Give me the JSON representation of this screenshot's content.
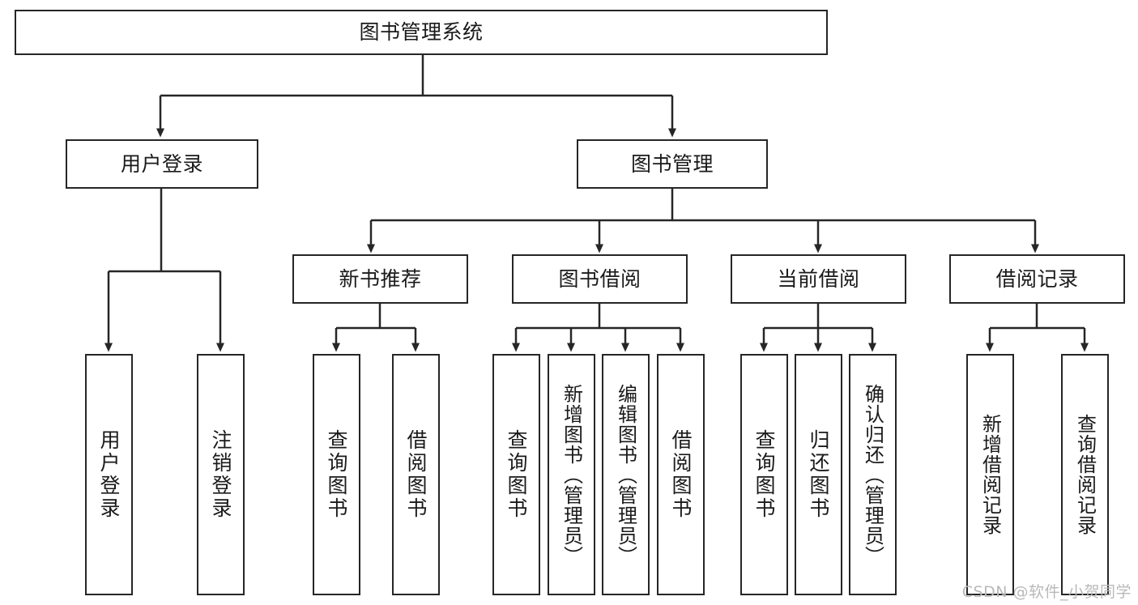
{
  "diagram": {
    "title": "图书管理系统",
    "type": "hierarchy-tree",
    "watermark": "CSDN @软件_小贺同学",
    "colors": {
      "stroke": "#262626",
      "fill": "#ffffff",
      "text": "#1a1a1a",
      "watermark": "#b9b9b9"
    },
    "nodes": {
      "root": {
        "label": "图书管理系统"
      },
      "level2": [
        {
          "id": "user-login",
          "label": "用户登录"
        },
        {
          "id": "book-management",
          "label": "图书管理"
        }
      ],
      "level3": [
        {
          "id": "new-book-recommend",
          "label": "新书推荐"
        },
        {
          "id": "book-borrow",
          "label": "图书借阅"
        },
        {
          "id": "current-borrow",
          "label": "当前借阅"
        },
        {
          "id": "borrow-record",
          "label": "借阅记录"
        }
      ],
      "leaves": [
        {
          "id": "leaf-user-login",
          "label": "用户登录",
          "parent": "user-login"
        },
        {
          "id": "leaf-logout-login",
          "label": "注销登录",
          "parent": "user-login"
        },
        {
          "id": "leaf-query-book-1",
          "label": "查询图书",
          "parent": "new-book-recommend"
        },
        {
          "id": "leaf-borrow-book-1",
          "label": "借阅图书",
          "parent": "new-book-recommend"
        },
        {
          "id": "leaf-query-book-2",
          "label": "查询图书",
          "parent": "book-borrow"
        },
        {
          "id": "leaf-add-book",
          "label": "新增图书（管理员）",
          "parent": "book-borrow"
        },
        {
          "id": "leaf-edit-book",
          "label": "编辑图书（管理员）",
          "parent": "book-borrow"
        },
        {
          "id": "leaf-borrow-book-2",
          "label": "借阅图书",
          "parent": "book-borrow"
        },
        {
          "id": "leaf-query-book-3",
          "label": "查询图书",
          "parent": "current-borrow"
        },
        {
          "id": "leaf-return-book",
          "label": "归还图书",
          "parent": "current-borrow"
        },
        {
          "id": "leaf-confirm-return",
          "label": "确认归还（管理员）",
          "parent": "current-borrow"
        },
        {
          "id": "leaf-add-record",
          "label": "新增借阅记录",
          "parent": "borrow-record"
        },
        {
          "id": "leaf-query-record",
          "label": "查询借阅记录",
          "parent": "borrow-record"
        }
      ]
    }
  }
}
